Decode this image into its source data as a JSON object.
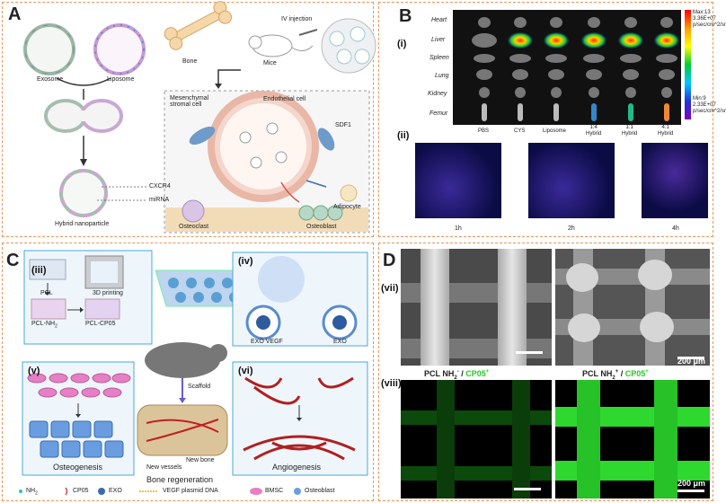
{
  "panelA": {
    "label": "A",
    "exosome": "Exosome",
    "liposome": "Liposome",
    "hybrid": "Hybrid nanoparticle",
    "cxcr4": "CXCR4",
    "mirna": "miRNA",
    "bone": "Bone",
    "mice": "Mice",
    "iv": "IV injection",
    "msc": "Mesenchymal\nstromal cell",
    "endo": "Endothelial cell",
    "sdf1": "SDF1",
    "adipocyte": "Adipocyte",
    "osteoclast": "Osteoclast",
    "osteoblast": "Osteoblast"
  },
  "panelB": {
    "label": "B",
    "sub_i": "(i)",
    "sub_ii": "(ii)",
    "organs": [
      "Heart",
      "Liver",
      "Spleen",
      "Lung",
      "Kidney",
      "Femur"
    ],
    "groups": [
      "PBS",
      "CYS",
      "Liposome",
      "1:4\nHybrid",
      "1:1\nHybrid",
      "4:1\nHybrid"
    ],
    "scale_max": "Max:13\n3.36E+07\np/sec/cm^2/sr",
    "scale_min": "Min:9\n2.33E+07\np/sec/cm^2/sr",
    "times": [
      "1h",
      "2h",
      "4h"
    ]
  },
  "panelC": {
    "label": "C",
    "sub_iii": "(iii)",
    "sub_iv": "(iv)",
    "sub_v": "(v)",
    "sub_vi": "(vi)",
    "pcl": "PCL",
    "pclnh2": "PCL-NH",
    "pclnh2_sub": "2",
    "pclcp05": "PCL-CP05",
    "printing": "3D printing",
    "exo_vegf": "EXO VEGF",
    "exo": "EXO",
    "scaffold": "Scaffold",
    "new_bone": "New bone",
    "new_vessels": "New vessels",
    "osteogenesis": "Osteogenesis",
    "bone_regen": "Bone regeneration",
    "angiogenesis": "Angiogenesis",
    "legend": [
      "NH",
      "CP05",
      "EXO",
      "VEGF plasmid DNA",
      "BMSC",
      "Osteoblast"
    ],
    "legend_nh_sub": "2"
  },
  "panelD": {
    "label": "D",
    "sub_vii": "(vii)",
    "sub_viii": "(viii)",
    "scale1": "200 μm",
    "scale2": "200 μm",
    "title_left_a": "PCL NH",
    "title_left_sub": "2",
    "title_left_sup": "-",
    "title_left_b": " / ",
    "title_left_c": "CP05",
    "title_left_csup": "+",
    "title_right_a": "PCL NH",
    "title_right_sub": "2",
    "title_right_sup": "+",
    "title_right_b": " / ",
    "title_right_c": "CP05",
    "title_right_csup": "+"
  },
  "colors": {
    "border": "#e8955a",
    "accent_green": "#22cc22",
    "panel_blue": "#4aa8d8"
  }
}
